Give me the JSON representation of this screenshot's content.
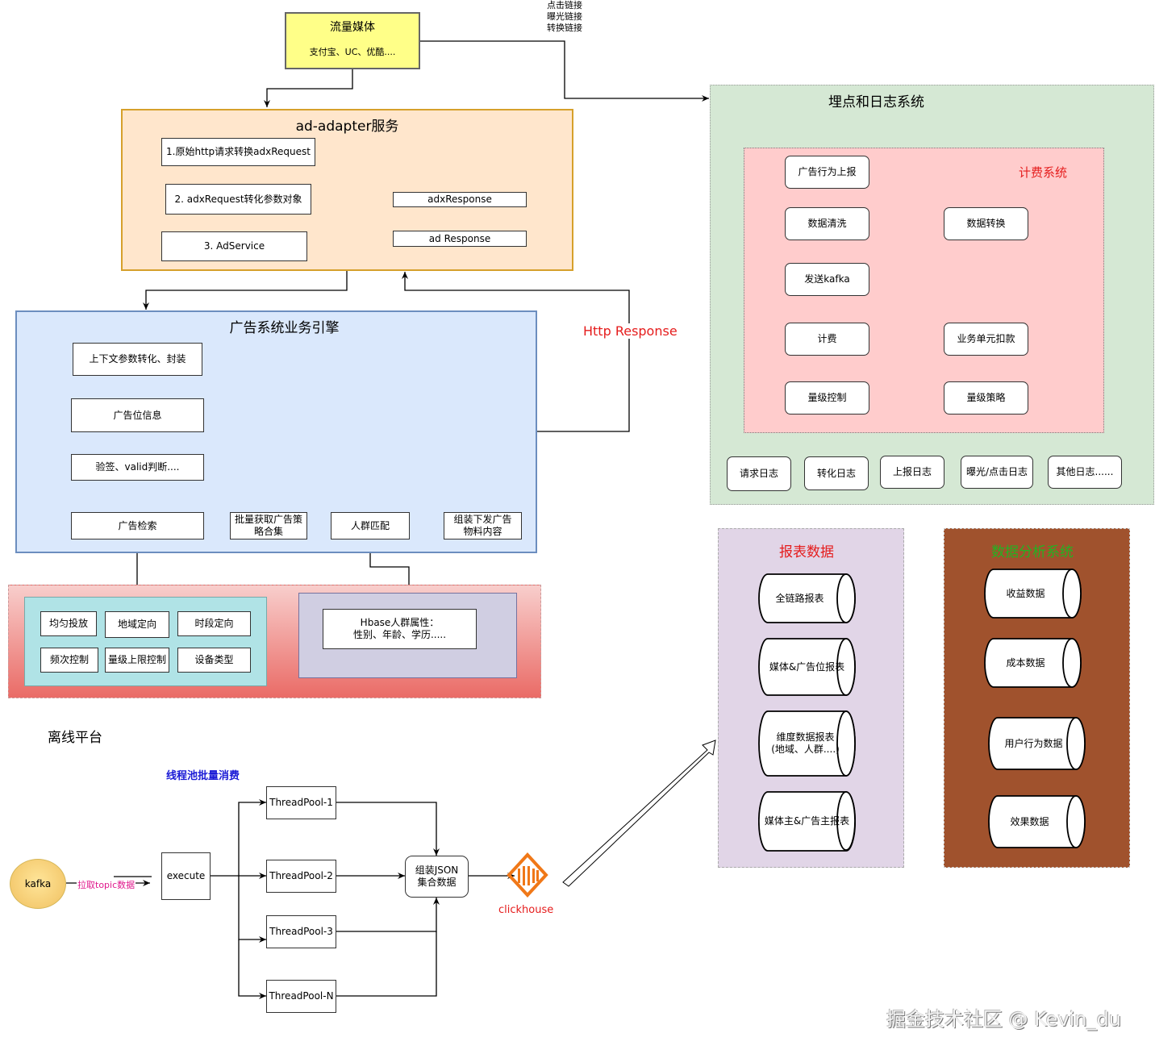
{
  "media": {
    "title": "流量媒体",
    "subtitle": "支付宝、UC、优酷....",
    "link_labels": [
      "点击链接",
      "曝光链接",
      "转换链接"
    ],
    "fill": "#ffff88"
  },
  "adapter": {
    "title": "ad-adapter服务",
    "steps": [
      "1.原始http请求转换adxRequest",
      "2. adxRequest转化参数对象",
      "3. AdService"
    ],
    "responses": [
      "adxResponse",
      "ad Response"
    ],
    "fill": "#ffe6cc",
    "border": "#d6a02b"
  },
  "http_response_label": "Http Response",
  "engine": {
    "title": "广告系统业务引擎",
    "steps": [
      "上下文参数转化、封装",
      "广告位信息",
      "验签、valid判断....",
      "广告检索"
    ],
    "pipeline": [
      "批量获取广告策略合集",
      "人群匹配",
      "组装下发广告物料内容"
    ],
    "fill": "#dae8fc",
    "border": "#6c8ebf"
  },
  "targeting": {
    "items": [
      "均匀投放",
      "地域定向",
      "时段定向",
      "频次控制",
      "量级上限控制",
      "设备类型"
    ],
    "hbase": "Hbase人群属性：\n性别、年龄、学历....."
  },
  "tracking": {
    "title": "埋点和日志系统",
    "billing": {
      "title": "计费系统",
      "nodes": [
        "广告行为上报",
        "数据清洗",
        "数据转换",
        "发送kafka",
        "计费",
        "业务单元扣款",
        "量级控制",
        "量级策略"
      ]
    },
    "logs": [
      "请求日志",
      "转化日志",
      "上报日志",
      "曝光/点击日志",
      "其他日志......"
    ]
  },
  "reports": {
    "title": "报表数据",
    "items": [
      "全链路报表",
      "媒体&广告位报表",
      "维度数据报表\n(地域、人群....)",
      "媒体主&广告主报表"
    ]
  },
  "analysis": {
    "title": "数据分析系统",
    "items": [
      "收益数据",
      "成本数据",
      "用户行为数据",
      "效果数据"
    ]
  },
  "offline": {
    "title": "离线平台",
    "pool_title": "线程池批量消费",
    "kafka": "kafka",
    "pull_label": "拉取topic数据",
    "execute": "execute",
    "threadpools": [
      "ThreadPool-1",
      "ThreadPool-2",
      "ThreadPool-3",
      "ThreadPool-N"
    ],
    "assemble": "组装JSON\n集合数据",
    "clickhouse": "clickhouse"
  },
  "watermark": "掘金技术社区 @ Kevin_du",
  "colors": {
    "red_text": "#e51c1c",
    "green_text": "#22b322",
    "blue_text": "#1a1ad6",
    "magenta_text": "#e0188c",
    "clickhouse_orange": "#f07818"
  }
}
